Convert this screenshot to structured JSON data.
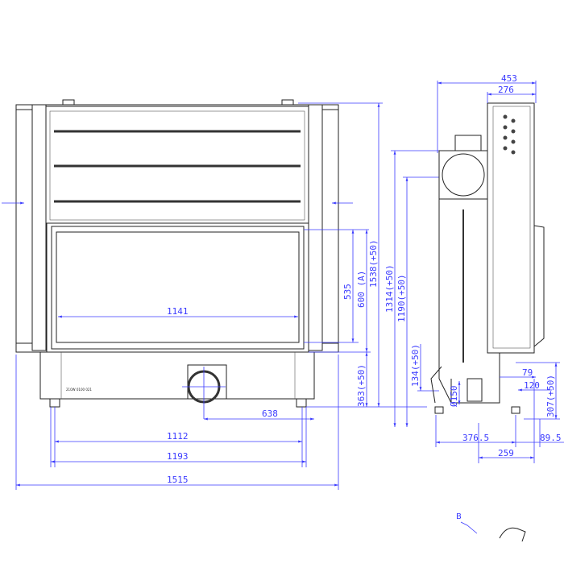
{
  "drawing": {
    "front_view": {
      "dimensions": {
        "glass_width": "1141",
        "offset_638": "638",
        "feet_1112": "1112",
        "feet_1193": "1193",
        "overall_width": "1515",
        "glass_height": "535",
        "opening_height": "600 (A)",
        "total_height": "1538(+50)",
        "height_1314": "1314(+50)",
        "height_1190": "1190(+50)",
        "base_height": "363(+50)",
        "height_134": "134(+50)"
      },
      "plate_text": "210W 0100 021"
    },
    "side_view": {
      "dimensions": {
        "depth_453": "453",
        "depth_276": "276",
        "d_376_5": "376.5",
        "d_89_5": "89.5",
        "d_259": "259",
        "d_79": "79",
        "d_120": "120",
        "h_307": "307(+50)",
        "flue_diameter": "Ø150"
      }
    },
    "detail_label": "B",
    "dimension_color": "#3a3aff"
  }
}
